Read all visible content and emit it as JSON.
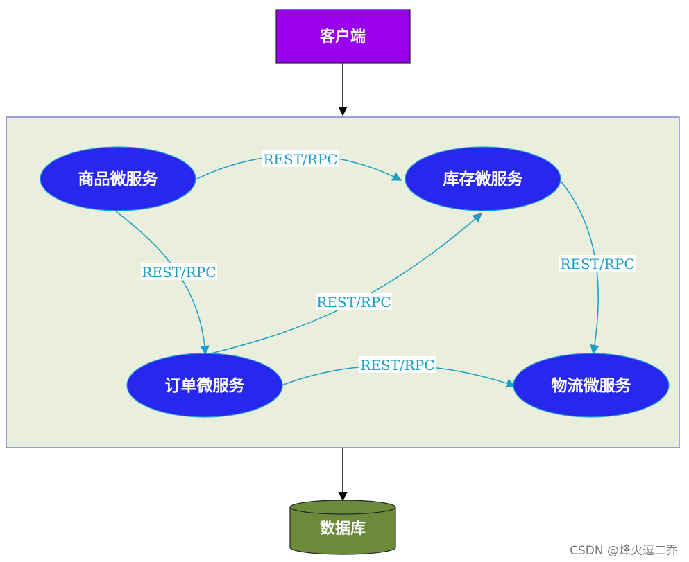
{
  "nodes": {
    "client": "客户端",
    "product": "商品微服务",
    "inventory": "库存微服务",
    "order": "订单微服务",
    "logistics": "物流微服务",
    "database": "数据库"
  },
  "edges": {
    "product_inventory": "REST/RPC",
    "product_order": "REST/RPC",
    "order_inventory": "REST/RPC",
    "inventory_logistics": "REST/RPC",
    "order_logistics": "REST/RPC"
  },
  "colors": {
    "client_fill": "#9900ee",
    "service_fill": "#2727ee",
    "service_stroke": "#1fa0d6",
    "database_fill": "#6b8b3a",
    "cluster_fill": "#e9eedd",
    "cluster_stroke": "#6666dd",
    "edge_color": "#1b9fc6",
    "arrow_black": "#000000"
  },
  "watermark": "CSDN @烽火逗二乔"
}
